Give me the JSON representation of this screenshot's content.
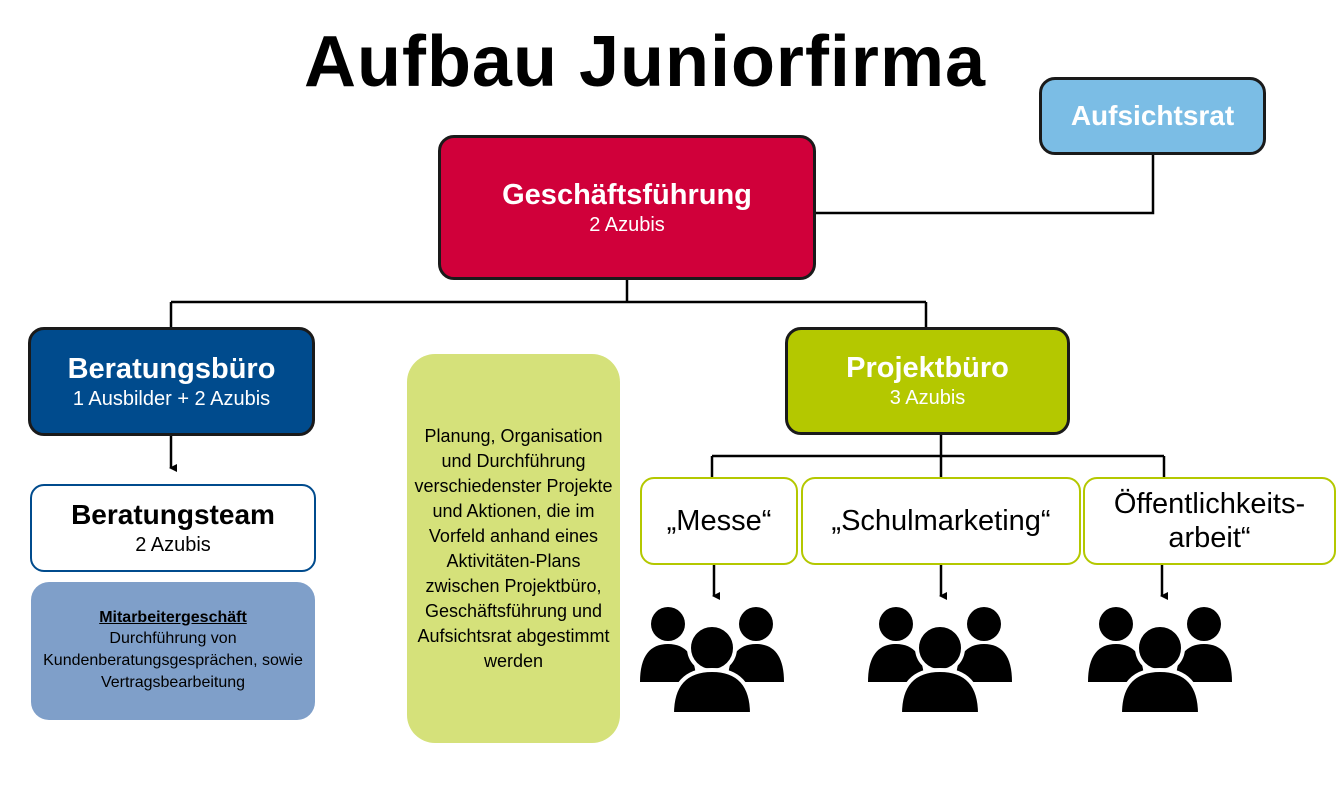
{
  "title": "Aufbau Juniorfirma",
  "colors": {
    "geschaeftsfuehrung": "#d0003a",
    "aufsichtsrat": "#7bbde5",
    "beratungsbuero": "#004b8d",
    "projektbuero": "#b4c800",
    "mitarbeitergeschaeft": "#7f9fc9",
    "planung": "#d5e17a"
  },
  "nodes": {
    "geschaeftsfuehrung": {
      "title": "Geschäftsführung",
      "subtitle": "2 Azubis"
    },
    "aufsichtsrat": {
      "title": "Aufsichtsrat"
    },
    "beratungsbuero": {
      "title": "Beratungsbüro",
      "subtitle": "1 Ausbilder + 2 Azubis"
    },
    "projektbuero": {
      "title": "Projektbüro",
      "subtitle": "3 Azubis"
    },
    "beratungsteam": {
      "title": "Beratungsteam",
      "subtitle": "2 Azubis"
    },
    "mitarbeitergeschaeft": {
      "heading": "Mitarbeitergeschäft",
      "text": "Durchführung von Kundenberatungsgesprächen, sowie Vertragsbearbeitung"
    },
    "planung": {
      "text": "Planung, Organisation und Durchführung verschiedenster Projekte und Aktionen, die im Vorfeld anhand eines Aktivitäten-Plans zwischen Projektbüro, Geschäftsführung und Aufsichtsrat abgestimmt werden"
    },
    "messe": {
      "label": "„Messe“"
    },
    "schulmarketing": {
      "label": "„Schulmarketing“"
    },
    "oeffentlichkeitsarbeit": {
      "label": "Öffentlichkeits-arbeit“"
    }
  },
  "icons": [
    "people-group-icon",
    "people-group-icon",
    "people-group-icon"
  ]
}
